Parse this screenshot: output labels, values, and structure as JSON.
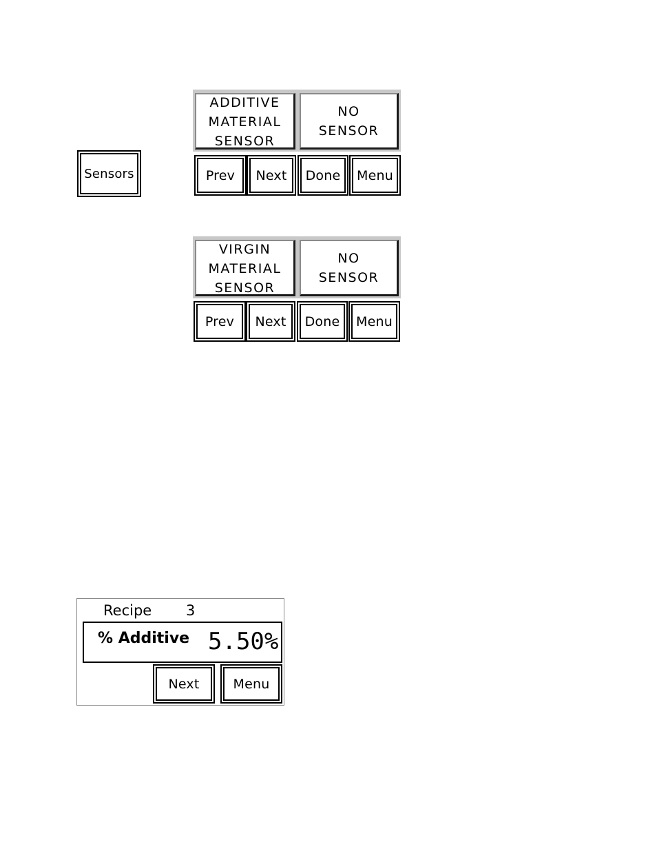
{
  "sensors_button": {
    "label": "Sensors"
  },
  "screens": [
    {
      "sensor_name": "ADDITIVE\nMATERIAL\nSENSOR",
      "sensor_status": "NO\nSENSOR",
      "buttons": {
        "prev": "Prev",
        "next": "Next",
        "done": "Done",
        "menu": "Menu"
      }
    },
    {
      "sensor_name": "VIRGIN\nMATERIAL\nSENSOR",
      "sensor_status": "NO\nSENSOR",
      "buttons": {
        "prev": "Prev",
        "next": "Next",
        "done": "Done",
        "menu": "Menu"
      }
    }
  ],
  "recipe_screen": {
    "title": "Recipe",
    "recipe_number": "3",
    "field_label": "% Additive",
    "field_value": "5.50%",
    "buttons": {
      "next": "Next",
      "menu": "Menu"
    }
  }
}
